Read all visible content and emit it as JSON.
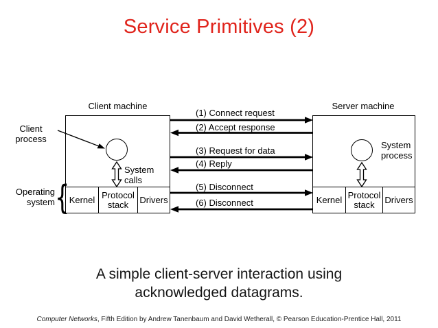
{
  "slide": {
    "title": "Service Primitives (2)",
    "caption_line1": "A simple client-server interaction using",
    "caption_line2": "acknowledged datagrams.",
    "footer_italic": "Computer Networks",
    "footer_rest": ", Fifth Edition by Andrew Tanenbaum and David Wetherall, © Pearson Education-Prentice Hall, 2011"
  },
  "colors": {
    "title_red": "#e0231b",
    "diagram_black": "#000000",
    "background": "#ffffff"
  },
  "diagram": {
    "client_machine_label": "Client machine",
    "server_machine_label": "Server machine",
    "client_process_line1": "Client",
    "client_process_line2": "process",
    "system_process_line1": "System",
    "system_process_line2": "process",
    "system_calls_line1": "System",
    "system_calls_line2": "calls",
    "operating_system_line1": "Operating",
    "operating_system_line2": "system",
    "brace_glyph": "{",
    "client_stack": {
      "kernel": "Kernel",
      "protocol_line1": "Protocol",
      "protocol_line2": "stack",
      "drivers": "Drivers"
    },
    "server_stack": {
      "kernel": "Kernel",
      "protocol_line1": "Protocol",
      "protocol_line2": "stack",
      "drivers": "Drivers"
    },
    "messages": [
      {
        "label": "(1) Connect request",
        "direction": "client-to-server"
      },
      {
        "label": "(2) Accept response",
        "direction": "server-to-client"
      },
      {
        "label": "(3) Request for data",
        "direction": "client-to-server"
      },
      {
        "label": "(4) Reply",
        "direction": "server-to-client"
      },
      {
        "label": "(5) Disconnect",
        "direction": "client-to-server"
      },
      {
        "label": "(6) Disconnect",
        "direction": "server-to-client"
      }
    ]
  }
}
